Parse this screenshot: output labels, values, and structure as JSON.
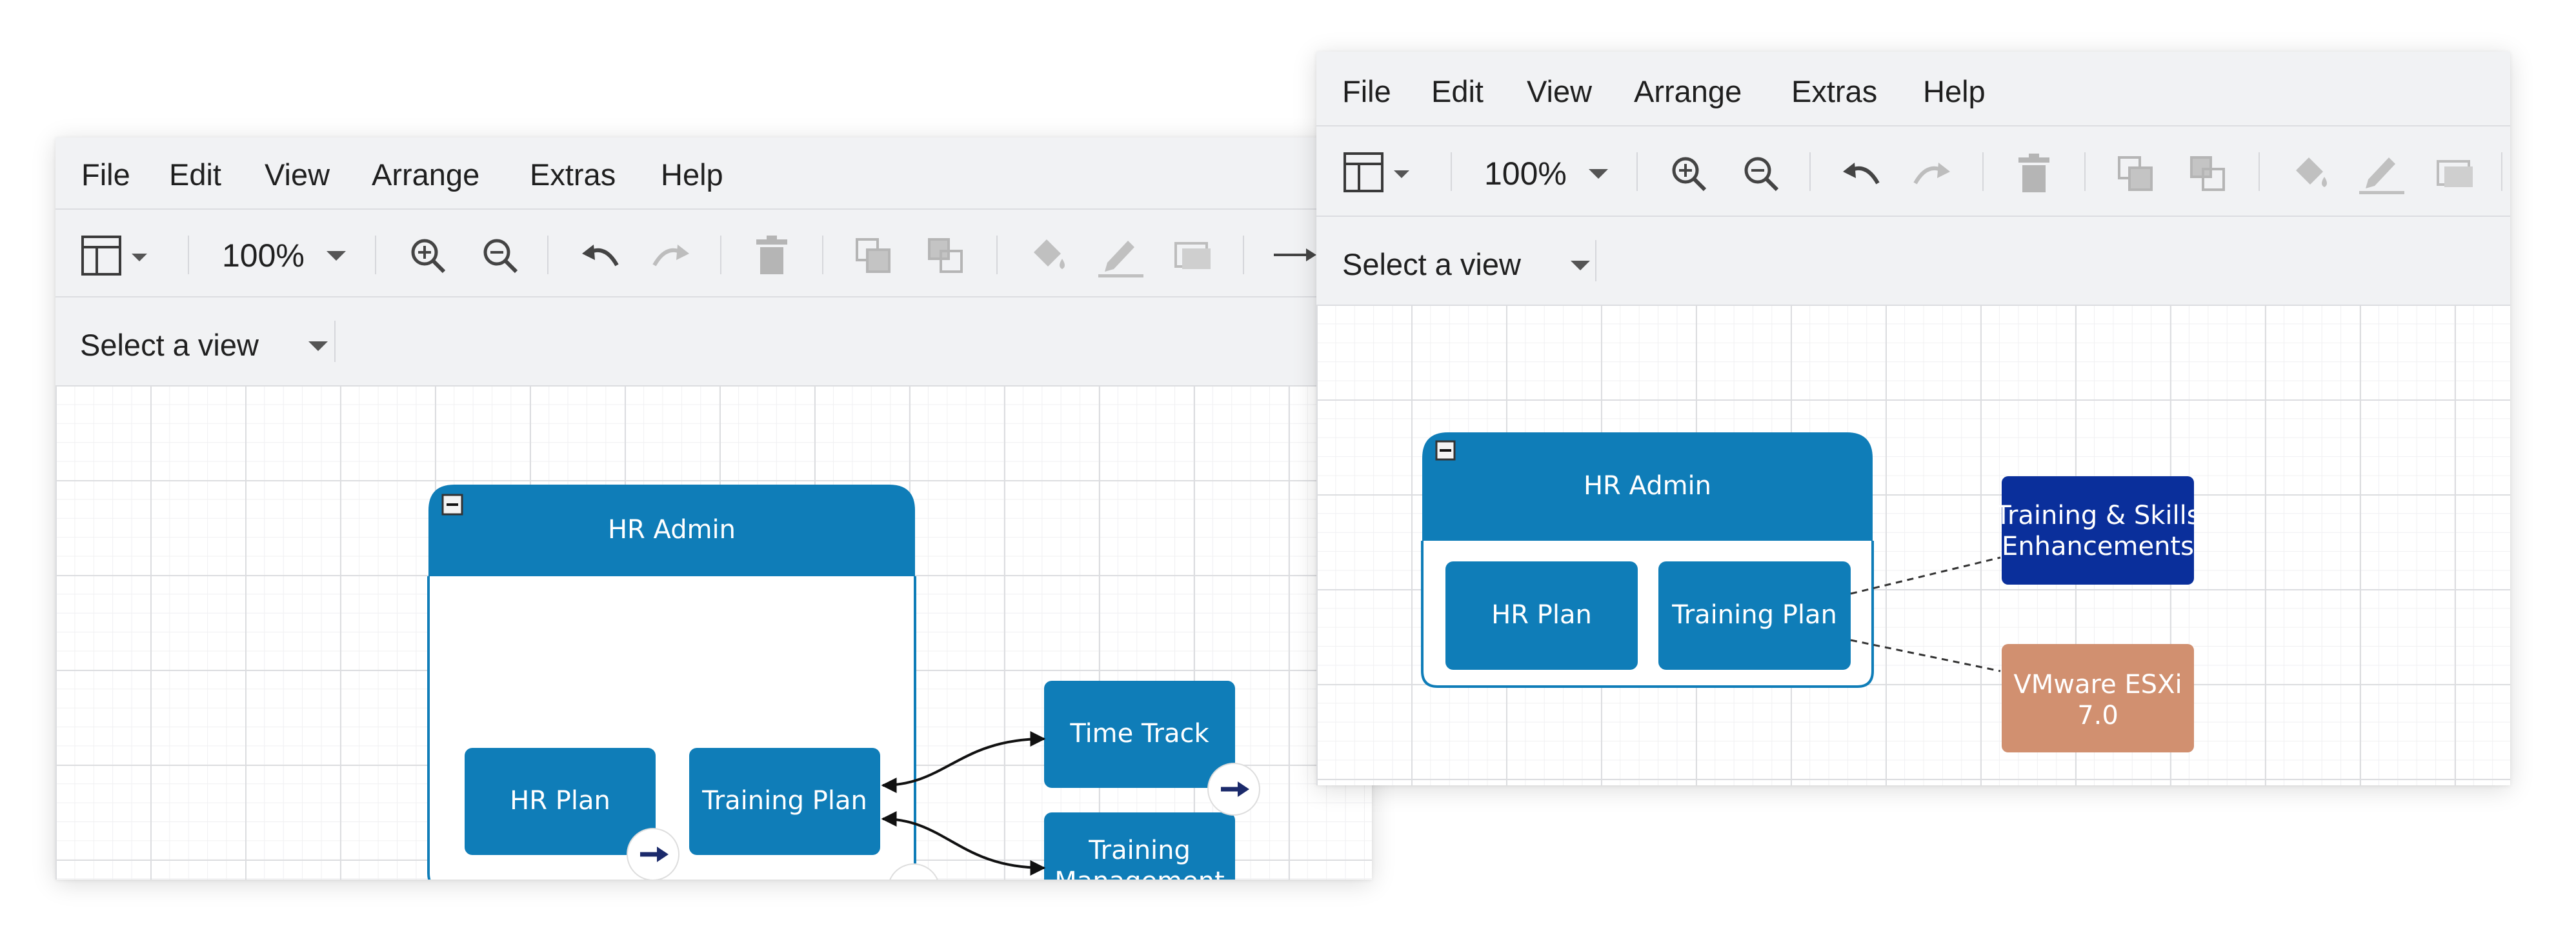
{
  "menu": [
    "File",
    "Edit",
    "View",
    "Arrange",
    "Extras",
    "Help"
  ],
  "toolbar": {
    "zoom": "100%"
  },
  "viewbar": {
    "label": "Select a view"
  },
  "diagram1": {
    "group_title": "HR Admin",
    "hr_plan": "HR Plan",
    "training_plan": "Training Plan",
    "time_track": "Time Track",
    "training_mgmt_line1": "Training",
    "training_mgmt_line2": "Management"
  },
  "diagram2": {
    "group_title": "HR Admin",
    "hr_plan": "HR Plan",
    "training_plan": "Training Plan",
    "skills_line1": "Training & Skills",
    "skills_line2": "Enhancements",
    "vmware_line1": "VMware ESXi",
    "vmware_line2": "7.0"
  },
  "colors": {
    "node_blue": "#0f7db8",
    "dark_blue": "#0a2f9b",
    "orange": "#d19070",
    "arrow_navy": "#1b2a6b"
  }
}
